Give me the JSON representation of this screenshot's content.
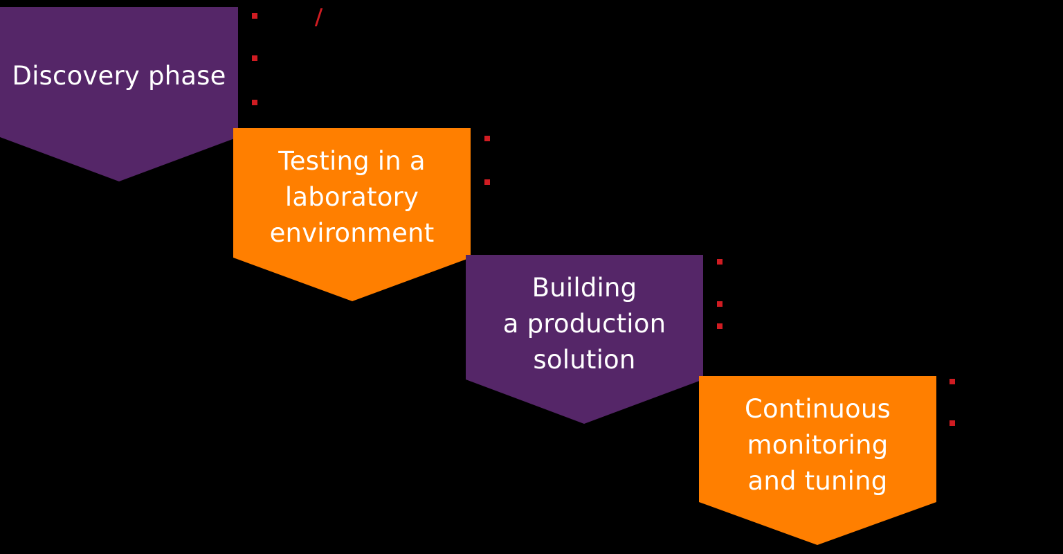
{
  "colors": {
    "background": "#000000",
    "purple": "#552668",
    "orange": "#ff7f00",
    "bullet": "#d01c22",
    "text": "#ffffff"
  },
  "steps": [
    {
      "label": "Discovery phase",
      "color": "purple"
    },
    {
      "label": "Testing in a\nlaboratory\nenvironment",
      "color": "orange"
    },
    {
      "label": "Building\na production\nsolution",
      "color": "purple"
    },
    {
      "label": "Continuous\nmonitoring\nand tuning",
      "color": "orange"
    }
  ]
}
